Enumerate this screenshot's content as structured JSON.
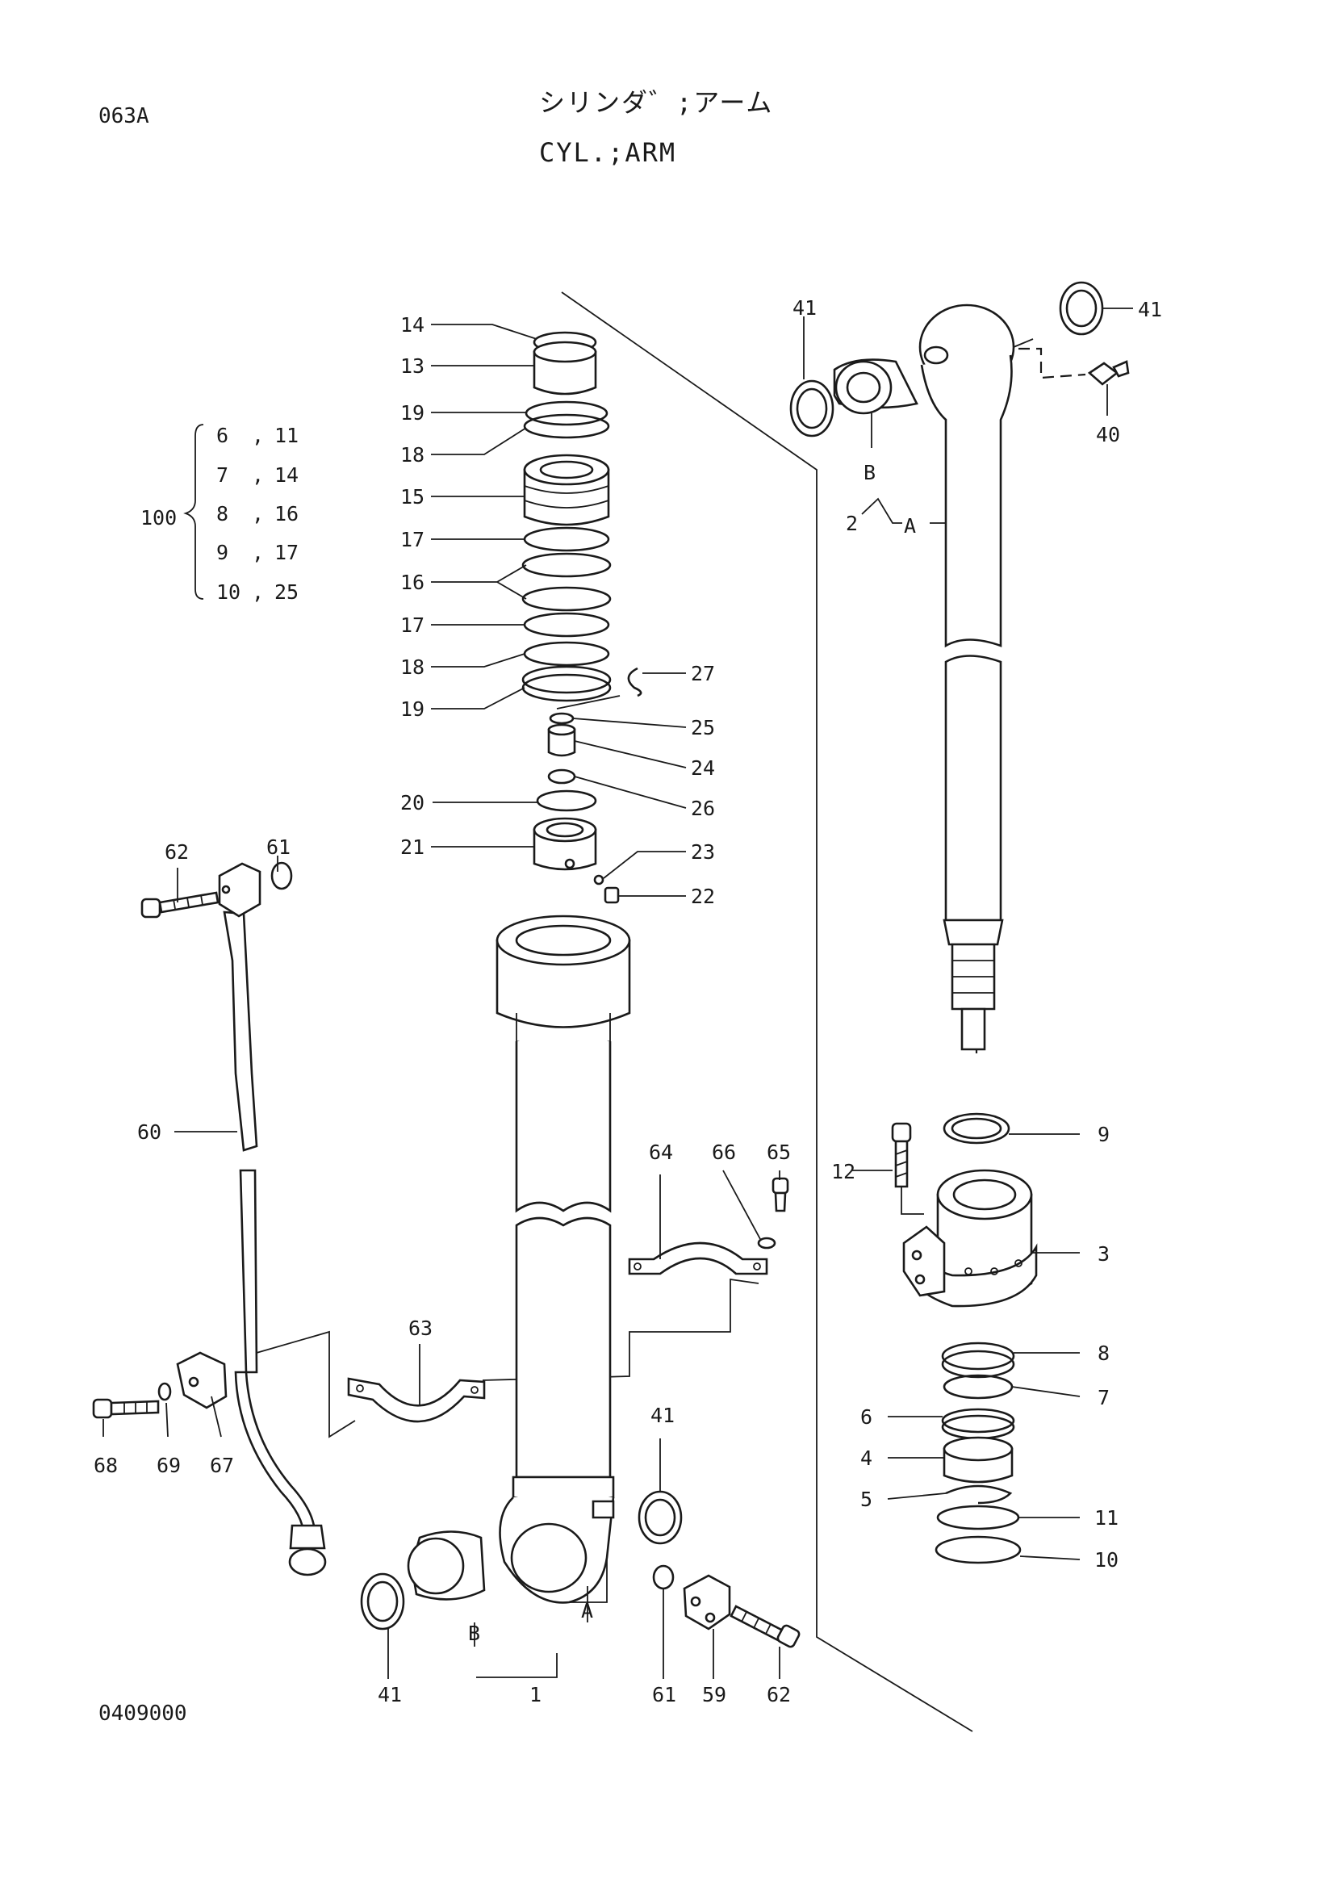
{
  "header": {
    "page_code": "063A",
    "title_jp": "シリンダ゛;アーム",
    "title_en": "CYL.;ARM"
  },
  "footer": {
    "drawing_no": "0409000"
  },
  "kit": {
    "label": "100",
    "rows": [
      [
        "6",
        "11"
      ],
      [
        "7",
        "14"
      ],
      [
        "8",
        "16"
      ],
      [
        "9",
        "17"
      ],
      [
        "10",
        "25"
      ]
    ]
  },
  "callouts": {
    "p14": "14",
    "p13": "13",
    "p19a": "19",
    "p18a": "18",
    "p15": "15",
    "p17a": "17",
    "p16": "16",
    "p17b": "17",
    "p18b": "18",
    "p19b": "19",
    "p27": "27",
    "p25": "25",
    "p24": "24",
    "p26": "26",
    "p20": "20",
    "p21": "21",
    "p23": "23",
    "p22": "22",
    "p41a": "41",
    "p41b": "41",
    "p40": "40",
    "pB1": "B",
    "p2": "2",
    "pA1": "A",
    "p9": "9",
    "p12": "12",
    "p3": "3",
    "p8": "8",
    "p7": "7",
    "p6": "6",
    "p4": "4",
    "p5": "5",
    "p11": "11",
    "p10": "10",
    "p62a": "62",
    "p61a": "61",
    "p60": "60",
    "p64": "64",
    "p66": "66",
    "p65": "65",
    "p63": "63",
    "p68": "68",
    "p69": "69",
    "p67": "67",
    "p41c": "41",
    "p41d": "41",
    "pB2": "B",
    "p1": "1",
    "pA2": "A",
    "p61b": "61",
    "p59": "59",
    "p62b": "62"
  }
}
